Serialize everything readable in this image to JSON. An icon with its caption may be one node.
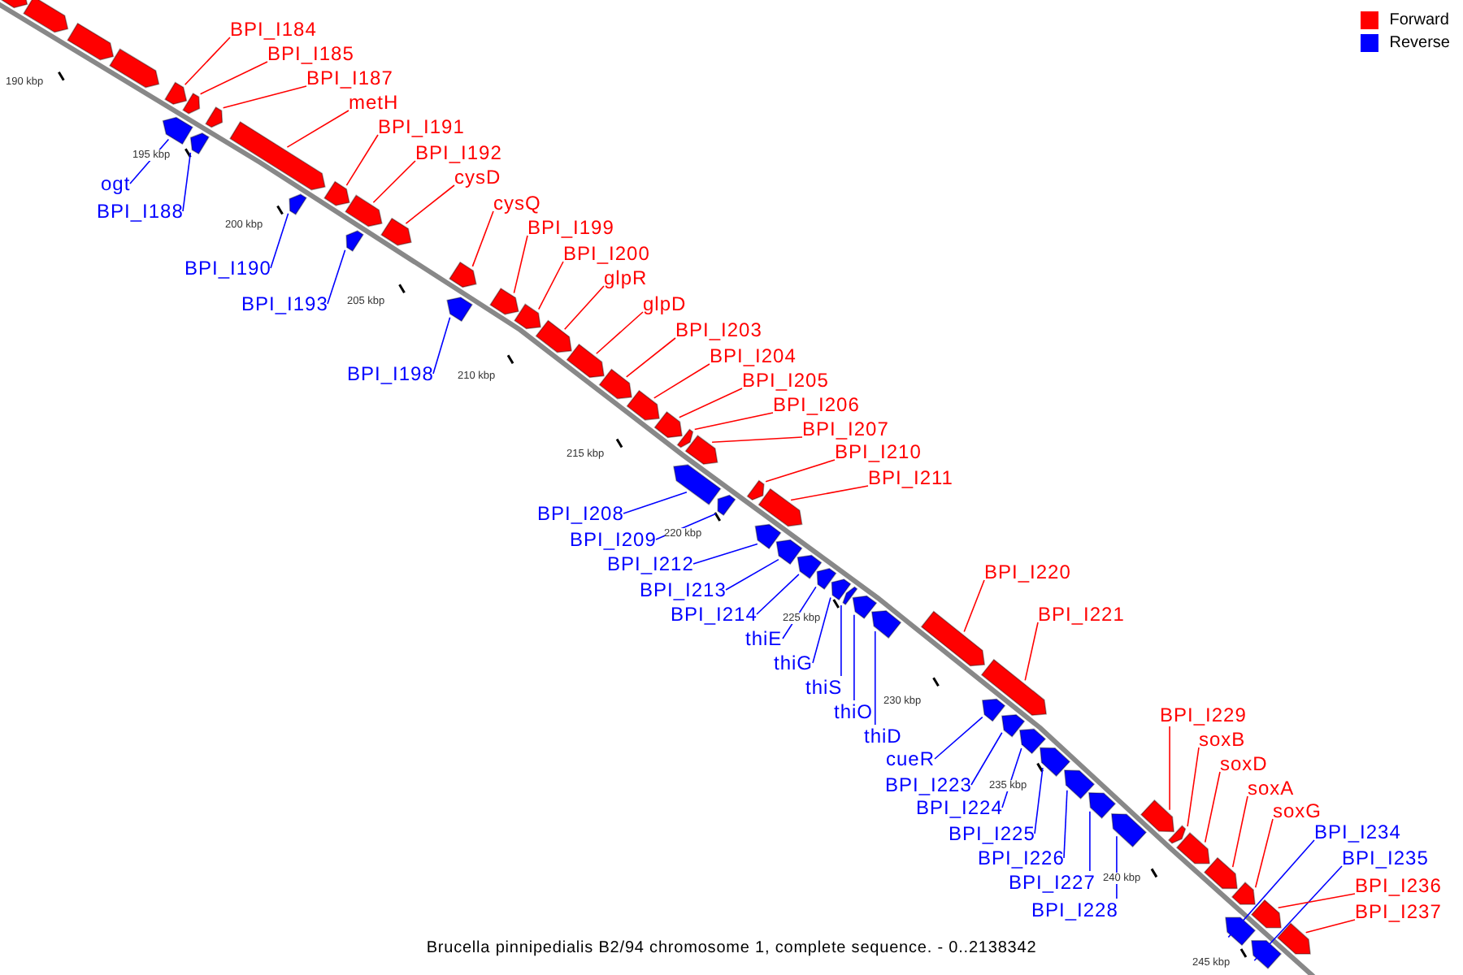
{
  "diagram": {
    "caption": "Brucella pinnipedialis B2/94 chromosome 1, complete sequence. - 0..2138342",
    "nodes": [
      {
        "text": [
          "BPI_I184"
        ]
      },
      {
        "text": [],
        "shape": "bar"
      },
      {
        "text": [
          "BPI_I185"
        ]
      },
      {
        "text": [],
        "shape": "bar"
      },
      {
        "text": [
          "BPI_I187"
        ]
      },
      {
        "text": [],
        "shape": "bar"
      },
      {
        "text": [
          "metH"
        ]
      },
      {
        "text": [],
        "shape": "bar"
      },
      {
        "text": [
          "BPI_I191"
        ]
      },
      {
        "text": [],
        "shape": "bar"
      },
      {
        "text": [
          "BPI_I192"
        ]
      },
      {
        "text": [],
        "shape": "bar"
      },
      {
        "text": [
          "cysD"
        ]
      },
      {
        "text": [],
        "shape": "bar"
      },
      {
        "text": [
          "ogt"
        ]
      },
      {
        "text": [],
        "shape": "bar"
      },
      {
        "text": [
          "cysQ"
        ]
      },
      {
        "text": [],
        "shape": "bar"
      },
      {
        "text": [
          "BPI_I188"
        ]
      },
      {
        "text": [],
        "shape": "bar"
      },
      {
        "text": [
          "BPI_I199"
        ]
      },
      {
        "text": [],
        "shape": "bar"
      },
      {
        "text": [
          "BPI_I200"
        ]
      },
      {
        "text": [],
        "shape": "bar"
      },
      {
        "text": [
          "BPI_I190"
        ]
      },
      {
        "text": [],
        "shape": "bar"
      },
      {
        "text": [
          "glpR"
        ]
      },
      {
        "text": [],
        "shape": "bar"
      },
      {
        "text": [
          "glpD"
        ]
      },
      {
        "text": [],
        "shape": "bar"
      },
      {
        "text": [
          "BPI_I193"
        ]
      },
      {
        "text": [],
        "shape": "bar"
      },
      {
        "text": [
          "BPI_I203"
        ]
      },
      {
        "text": [],
        "shape": "bar"
      },
      {
        "text": [
          "BPI_I204"
        ]
      },
      {
        "text": [],
        "shape": "bar"
      },
      {
        "text": [
          "BPI_I198"
        ]
      },
      {
        "text": [],
        "shape": "bar"
      },
      {
        "text": [
          "BPI_I205"
        ]
      },
      {
        "text": [],
        "shape": "bar"
      },
      {
        "text": [
          "BPI_I206"
        ]
      },
      {
        "text": [],
        "shape": "bar"
      },
      {
        "text": [
          "BPI_I207"
        ]
      },
      {
        "text": [],
        "shape": "bar"
      },
      {
        "text": [
          "BPI_I210"
        ]
      },
      {
        "text": [],
        "shape": "bar"
      },
      {
        "text": [
          "BPI_I211"
        ]
      },
      {
        "text": [],
        "shape": "bar"
      },
      {
        "text": [
          "BPI_I208"
        ]
      },
      {
        "text": [],
        "shape": "bar"
      },
      {
        "text": [
          "BPI_I209"
        ]
      },
      {
        "text": [],
        "shape": "bar"
      },
      {
        "text": [
          "BPI_I212"
        ]
      },
      {
        "text": [],
        "shape": "bar"
      },
      {
        "text": [
          "BPI_I220"
        ]
      },
      {
        "text": [],
        "shape": "bar"
      },
      {
        "text": [
          "BPI_I213"
        ]
      },
      {
        "text": [],
        "shape": "bar"
      },
      {
        "text": [
          "BPI_I214"
        ]
      },
      {
        "text": [],
        "shape": "bar"
      },
      {
        "text": [
          "BPI_I221"
        ]
      },
      {
        "text": [],
        "shape": "bar"
      },
      {
        "text": [
          "thiE"
        ]
      },
      {
        "text": [],
        "shape": "bar"
      },
      {
        "text": [
          "thiG"
        ]
      },
      {
        "text": [],
        "shape": "bar"
      },
      {
        "text": [
          "thiS"
        ]
      },
      {
        "text": [],
        "shape": "bar"
      },
      {
        "text": [
          "thiO"
        ]
      },
      {
        "text": [],
        "shape": "bar"
      },
      {
        "text": [
          "BPI_I229"
        ]
      },
      {
        "text": [],
        "shape": "bar"
      },
      {
        "text": [
          "thiD"
        ]
      },
      {
        "text": [],
        "shape": "bar"
      },
      {
        "text": [
          "soxB"
        ]
      },
      {
        "text": [],
        "shape": "bar"
      },
      {
        "text": [
          "cueR"
        ]
      },
      {
        "text": [],
        "shape": "bar"
      },
      {
        "text": [
          "soxD"
        ]
      },
      {
        "text": [],
        "shape": "bar"
      },
      {
        "text": [
          "BPI_I223"
        ]
      },
      {
        "text": [],
        "shape": "bar"
      },
      {
        "text": [
          "soxA"
        ]
      },
      {
        "text": [],
        "shape": "bar"
      },
      {
        "text": [
          "BPI_I224"
        ]
      },
      {
        "text": [],
        "shape": "bar"
      },
      {
        "text": [
          "soxG"
        ]
      },
      {
        "text": [],
        "shape": "bar"
      },
      {
        "text": [
          "BPI_I234"
        ]
      },
      {
        "text": [],
        "shape": "bar"
      },
      {
        "text": [
          "BPI_I225"
        ]
      },
      {
        "text": [],
        "shape": "bar"
      },
      {
        "text": [
          "BPI_I235"
        ]
      },
      {
        "text": [],
        "shape": "bar"
      },
      {
        "text": [
          "BPI_I226"
        ]
      },
      {
        "text": [],
        "shape": "bar"
      },
      {
        "text": [
          "BPI_I236"
        ]
      },
      {
        "text": [],
        "shape": "bar"
      },
      {
        "text": [
          "BPI_I227"
        ]
      },
      {
        "text": [],
        "shape": "bar"
      },
      {
        "text": [
          "BPI_I237"
        ]
      },
      {
        "text": [],
        "shape": "bar"
      },
      {
        "text": [
          "BPI_I228"
        ]
      },
      {
        "text": [],
        "shape": "bar"
      },
      {
        "text": [],
        "shape": "bar"
      },
      {
        "text": [],
        "shape": "bar"
      },
      {
        "text": [],
        "shape": "bar"
      },
      {
        "text": [],
        "shape": "bar"
      }
    ],
    "edges": [
      {
        "from": 0,
        "to": 1,
        "arrow": "none"
      },
      {
        "from": 2,
        "to": 3,
        "arrow": "none"
      },
      {
        "from": 4,
        "to": 5,
        "arrow": "none"
      },
      {
        "from": 6,
        "to": 7,
        "arrow": "none"
      },
      {
        "from": 8,
        "to": 9,
        "arrow": "none"
      },
      {
        "from": 10,
        "to": 11,
        "arrow": "none"
      },
      {
        "from": 12,
        "to": 13,
        "arrow": "none"
      },
      {
        "from": 14,
        "to": 15,
        "arrow": "none",
        "color": "#0000ff"
      },
      {
        "from": 16,
        "to": 17,
        "arrow": "none"
      },
      {
        "from": 18,
        "to": 19,
        "arrow": "none",
        "color": "#0000ff"
      },
      {
        "from": 20,
        "to": 21,
        "arrow": "none"
      },
      {
        "from": 22,
        "to": 23,
        "arrow": "none"
      },
      {
        "from": 24,
        "to": 25,
        "arrow": "none",
        "color": "#0000ff"
      },
      {
        "from": 26,
        "to": 27,
        "arrow": "none"
      },
      {
        "from": 28,
        "to": 29,
        "arrow": "none"
      },
      {
        "from": 30,
        "to": 31,
        "arrow": "none",
        "color": "#0000ff"
      },
      {
        "from": 32,
        "to": 33,
        "arrow": "none"
      },
      {
        "from": 34,
        "to": 35,
        "arrow": "none"
      },
      {
        "from": 36,
        "to": 37,
        "arrow": "none",
        "color": "#0000ff"
      },
      {
        "from": 38,
        "to": 39,
        "arrow": "none"
      },
      {
        "from": 40,
        "to": 41,
        "arrow": "none"
      },
      {
        "from": 42,
        "to": 43,
        "arrow": "none"
      },
      {
        "from": 44,
        "to": 45,
        "arrow": "none"
      },
      {
        "from": 46,
        "to": 47,
        "arrow": "none"
      },
      {
        "from": 48,
        "to": 49,
        "arrow": "none",
        "color": "#0000ff"
      },
      {
        "from": 50,
        "to": 51,
        "arrow": "none",
        "color": "#0000ff"
      },
      {
        "from": 52,
        "to": 53,
        "arrow": "none",
        "color": "#0000ff"
      },
      {
        "from": 54,
        "to": 55,
        "arrow": "none"
      },
      {
        "from": 56,
        "to": 57,
        "arrow": "none",
        "color": "#0000ff"
      },
      {
        "from": 58,
        "to": 59,
        "arrow": "none",
        "color": "#0000ff"
      },
      {
        "from": 60,
        "to": 61,
        "arrow": "none"
      },
      {
        "from": 62,
        "to": 63,
        "arrow": "none",
        "color": "#0000ff"
      },
      {
        "from": 64,
        "to": 65,
        "arrow": "none",
        "color": "#0000ff"
      },
      {
        "from": 66,
        "to": 67,
        "arrow": "none",
        "color": "#0000ff"
      },
      {
        "from": 68,
        "to": 69,
        "arrow": "none",
        "color": "#0000ff"
      },
      {
        "from": 70,
        "to": 71,
        "arrow": "none"
      },
      {
        "from": 72,
        "to": 73,
        "arrow": "none",
        "color": "#0000ff"
      },
      {
        "from": 74,
        "to": 75,
        "arrow": "none"
      },
      {
        "from": 76,
        "to": 77,
        "arrow": "none",
        "color": "#0000ff"
      },
      {
        "from": 78,
        "to": 79,
        "arrow": "none"
      },
      {
        "from": 80,
        "to": 81,
        "arrow": "none",
        "color": "#0000ff"
      },
      {
        "from": 82,
        "to": 83,
        "arrow": "none"
      },
      {
        "from": 84,
        "to": 85,
        "arrow": "none",
        "color": "#0000ff"
      },
      {
        "from": 86,
        "to": 87,
        "arrow": "none"
      },
      {
        "from": 88,
        "to": 89,
        "arrow": "none",
        "color": "#0000ff"
      },
      {
        "from": 90,
        "to": 91,
        "arrow": "none",
        "color": "#0000ff"
      },
      {
        "from": 92,
        "to": 93,
        "arrow": "none",
        "color": "#0000ff"
      },
      {
        "from": 94,
        "to": 95,
        "arrow": "none",
        "color": "#0000ff"
      },
      {
        "from": 96,
        "to": 97,
        "arrow": "none"
      },
      {
        "from": 98,
        "to": 99,
        "arrow": "none",
        "color": "#0000ff"
      },
      {
        "from": 100,
        "to": 101,
        "arrow": "none"
      },
      {
        "from": 102,
        "to": 103,
        "arrow": "none",
        "color": "#0000ff"
      }
    ],
    "labels": [
      "190 kbp",
      "195 kbp",
      "200 kbp",
      "205 kbp",
      "210 kbp",
      "215 kbp",
      "220 kbp",
      "225 kbp",
      "230 kbp",
      "235 kbp",
      "240 kbp",
      "245 kbp"
    ],
    "legend": [
      {
        "text": "Forward",
        "color": "#ff0000"
      },
      {
        "text": "Reverse",
        "color": "#0000ff"
      }
    ]
  }
}
